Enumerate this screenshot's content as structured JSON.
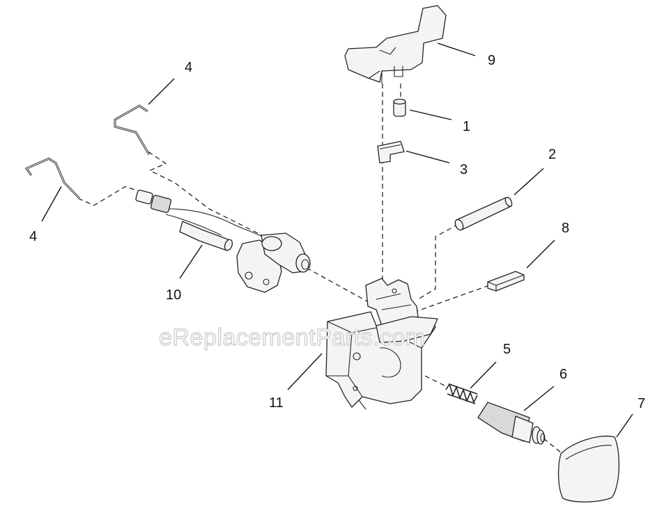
{
  "watermark": "eReplacementParts.com",
  "callouts": {
    "c1": "1",
    "c2": "2",
    "c3": "3",
    "c4_top": "4",
    "c4_left": "4",
    "c5": "5",
    "c6": "6",
    "c7": "7",
    "c8": "8",
    "c9": "9",
    "c10": "10",
    "c11": "11"
  }
}
